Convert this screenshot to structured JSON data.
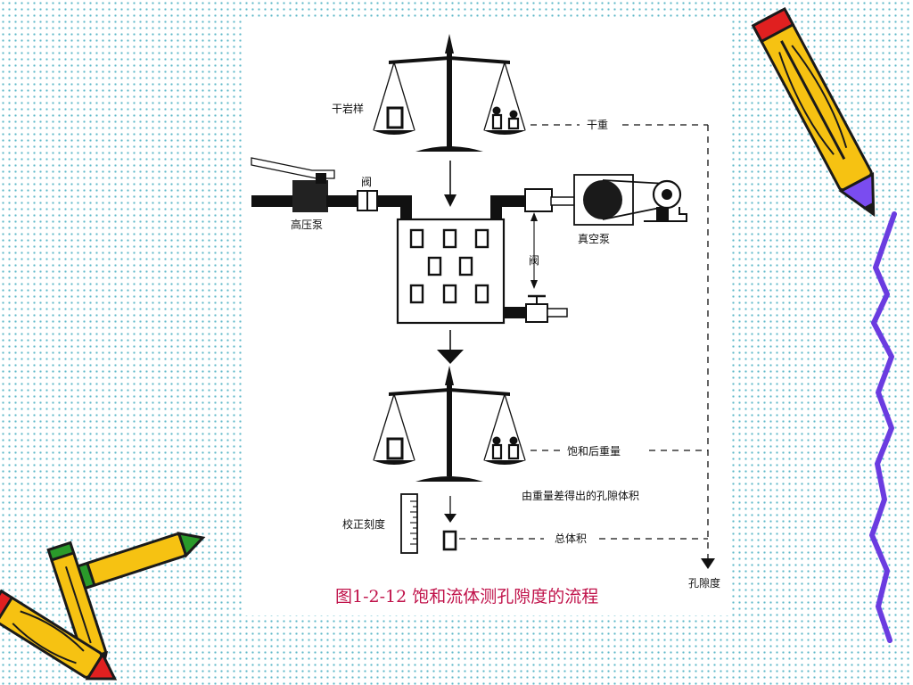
{
  "labels": {
    "dry_sample": "干岩样",
    "dry_weight": "干重",
    "high_pressure_pump": "高压泵",
    "valve_top": "阀",
    "vacuum_pump": "真空泵",
    "valve_side": "阀",
    "saturated_weight": "饱和后重量",
    "pore_volume_from_weight": "由重量差得出的孔隙体积",
    "calibrated_scale": "校正刻度",
    "total_volume": "总体积",
    "porosity": "孔隙度"
  },
  "caption": "图1-2-12  饱和流体测孔隙度的流程",
  "colors": {
    "background_dots": "#5fb8c8",
    "caption_text": "#c0124a",
    "pencil_body": "#f6c212",
    "pencil_outline": "#1a1a1a",
    "wave_line": "#6a3ce0"
  }
}
